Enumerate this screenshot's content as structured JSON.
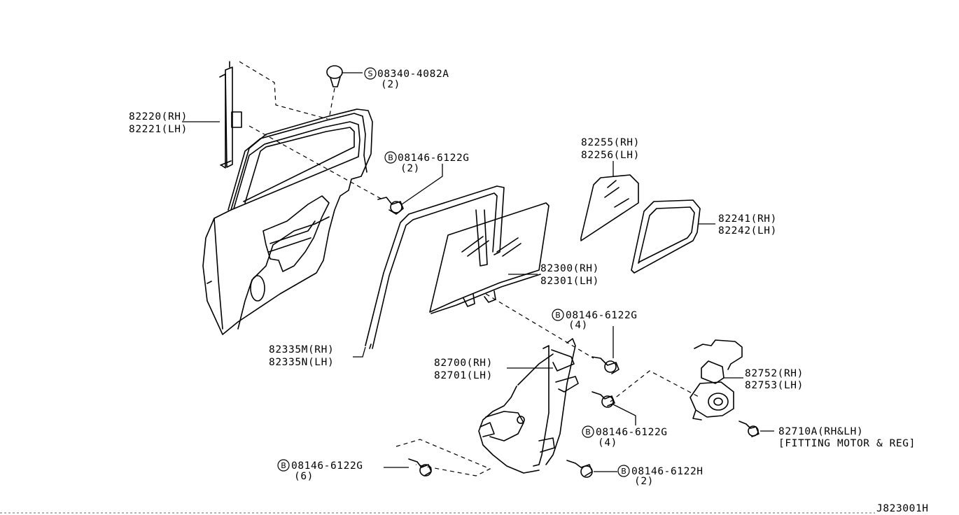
{
  "diagram_id": "J823001H",
  "callouts": {
    "door_sash": {
      "line1": "82220(RH)",
      "line2": "82221(LH)"
    },
    "screw_top": {
      "symbol": "S",
      "part": "08340-4082A",
      "qty": "(2)"
    },
    "bolt_door": {
      "symbol": "B",
      "part": "08146-6122G",
      "qty": "(2)"
    },
    "quarter_glass": {
      "line1": "82255(RH)",
      "line2": "82256(LH)"
    },
    "quarter_seal": {
      "line1": "82241(RH)",
      "line2": "82242(LH)"
    },
    "door_glass": {
      "line1": "82300(RH)",
      "line2": "82301(LH)"
    },
    "glass_run": {
      "line1": "82335M(RH)",
      "line2": "82335N(LH)"
    },
    "bolt_glass": {
      "symbol": "B",
      "part": "08146-6122G",
      "qty": "(4)"
    },
    "regulator": {
      "line1": "82700(RH)",
      "line2": "82701(LH)"
    },
    "motor": {
      "line1": "82752(RH)",
      "line2": "82753(LH)"
    },
    "bolt_reg_mid": {
      "symbol": "B",
      "part": "08146-6122G",
      "qty": "(4)"
    },
    "fitting_screw": {
      "line1": "82710A(RH&LH)",
      "line2": "[FITTING MOTOR & REG]"
    },
    "bolt_reg_left": {
      "symbol": "B",
      "part": "08146-6122G",
      "qty": "(6)"
    },
    "bolt_reg_bottom": {
      "symbol": "B",
      "part": "08146-6122H",
      "qty": "(2)"
    }
  }
}
